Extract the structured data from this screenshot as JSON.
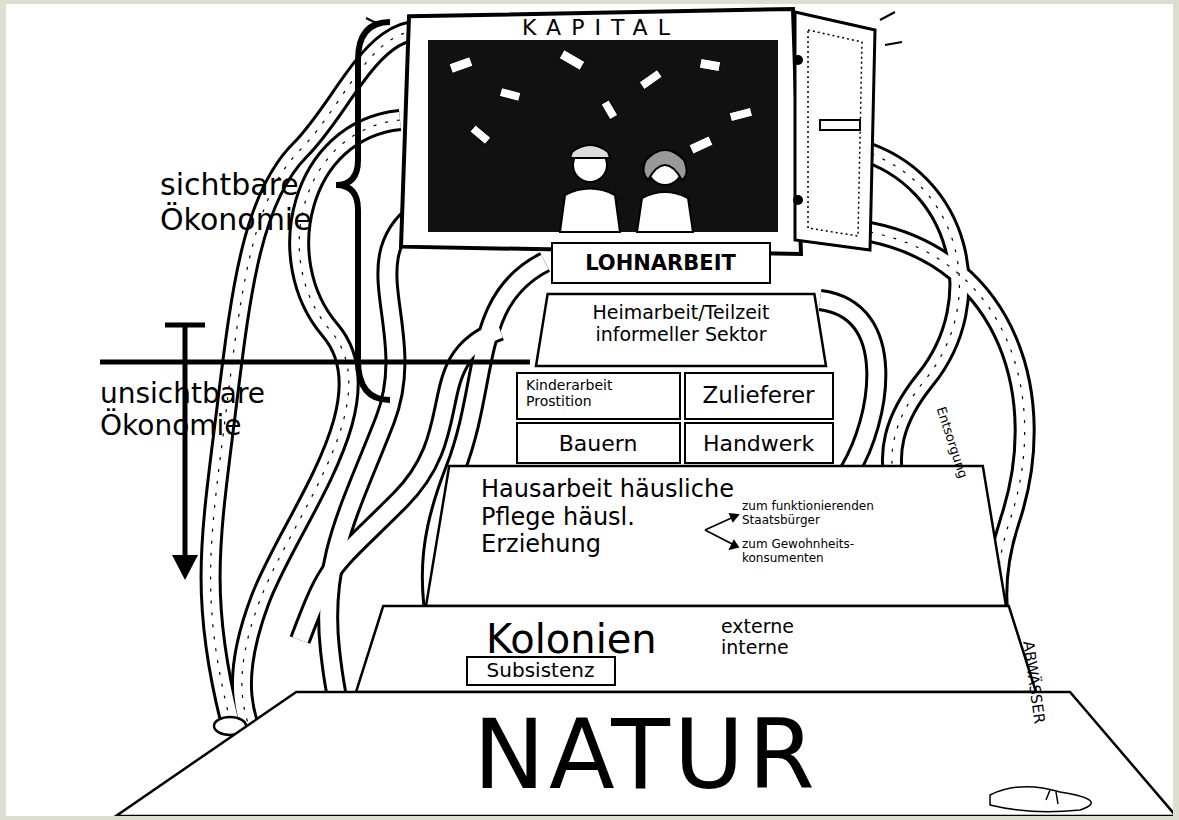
{
  "diagram": {
    "nodes": [
      {
        "text": [
          "KAPITAL"
        ]
      },
      {
        "text": [
          "LOHNARBEIT"
        ]
      },
      {
        "text": [
          "Heimarbeit/Teilzeit informeller Sektor"
        ]
      },
      {
        "text": [
          "Kinderarbeit Prostition"
        ]
      },
      {
        "text": [
          "Zulieferer"
        ]
      },
      {
        "text": [
          "Bauern"
        ]
      },
      {
        "text": [
          "Handwerk"
        ]
      },
      {
        "text": [
          "Hausarbeit häusliche Pflege häusl. Erziehung"
        ]
      },
      {
        "text": [
          "Kolonien",
          "externe interne"
        ]
      },
      {
        "text": [
          "Subsistenz"
        ],
        "in": 8
      },
      {
        "text": [
          "NATUR"
        ]
      }
    ],
    "labels": [
      "sichtbare Ökonomie",
      "unsichtbare Ökonomie",
      "zum funktionierenden Staatsbürger",
      "zum Gewohnheits- konsumenten",
      "Entsorgung",
      "ABWÄSSER"
    ]
  }
}
